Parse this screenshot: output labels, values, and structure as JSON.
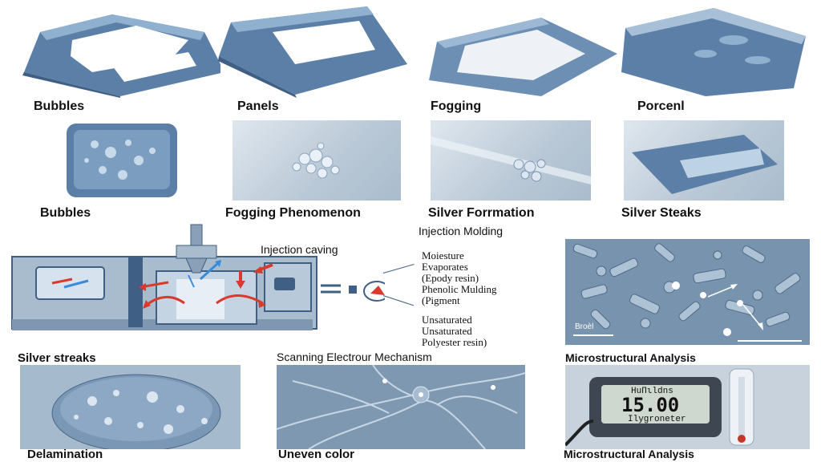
{
  "row1_labels": [
    "Bubbles",
    "Panels",
    "Fogging",
    "Porcenl"
  ],
  "row2_labels": [
    "Bubbles",
    "Fogging Phenomenon",
    "Silver Forrmation",
    "Silver Steaks"
  ],
  "diagram": {
    "title": "Injection Molding",
    "callout": "Injection caving",
    "notes": [
      "Moiesture",
      "Evaporates",
      "(Epody resin)",
      "Phenolic Mulding",
      "(Pigment",
      "Unsaturated",
      "Unsaturated",
      "Polyester resin)"
    ],
    "caption": "Silver streaks"
  },
  "micro_top": {
    "scale_label": "Broèl",
    "caption": "Microstructural Analysis"
  },
  "row3": {
    "sem_title": "Scanning Electrour Mechanism",
    "left_caption": "Delamination",
    "mid_caption": "Uneven color",
    "right_caption": "Microstructural Analysis"
  },
  "hygrometer": {
    "top_text": "HuΠιldns",
    "reading": "15.00",
    "bottom_text": "Ilygroneter"
  },
  "colors": {
    "plastic": "#5b7fa6",
    "plastic_dark": "#3f5f85",
    "plastic_light": "#8fb0cf",
    "arrow_red": "#d83a2e",
    "arrow_blue": "#3a8bd8",
    "machine": "#8aa0b8"
  }
}
